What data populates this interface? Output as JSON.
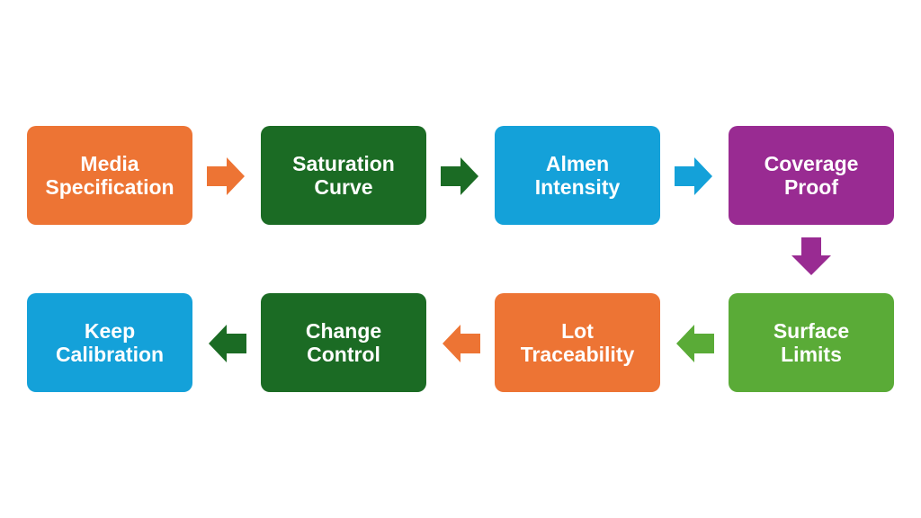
{
  "colors": {
    "orange": "#ED7434",
    "dark_green": "#1B6B24",
    "blue": "#14A1D9",
    "purple": "#992B92",
    "light_green": "#5AAB37",
    "text": "#FFFFFF"
  },
  "flow": {
    "steps": [
      {
        "label": "Media\nSpecification",
        "color": "#ED7434"
      },
      {
        "label": "Saturation\nCurve",
        "color": "#1B6B24"
      },
      {
        "label": "Almen\nIntensity",
        "color": "#14A1D9"
      },
      {
        "label": "Coverage\nProof",
        "color": "#992B92"
      },
      {
        "label": "Surface\nLimits",
        "color": "#5AAB37"
      },
      {
        "label": "Lot\nTraceability",
        "color": "#ED7434"
      },
      {
        "label": "Change\nControl",
        "color": "#1B6B24"
      },
      {
        "label": "Keep\nCalibration",
        "color": "#14A1D9"
      }
    ],
    "connectors": [
      {
        "direction": "right",
        "color": "#ED7434"
      },
      {
        "direction": "right",
        "color": "#1B6B24"
      },
      {
        "direction": "right",
        "color": "#14A1D9"
      },
      {
        "direction": "down",
        "color": "#992B92"
      },
      {
        "direction": "left",
        "color": "#5AAB37"
      },
      {
        "direction": "left",
        "color": "#ED7434"
      },
      {
        "direction": "left",
        "color": "#1B6B24"
      }
    ]
  }
}
